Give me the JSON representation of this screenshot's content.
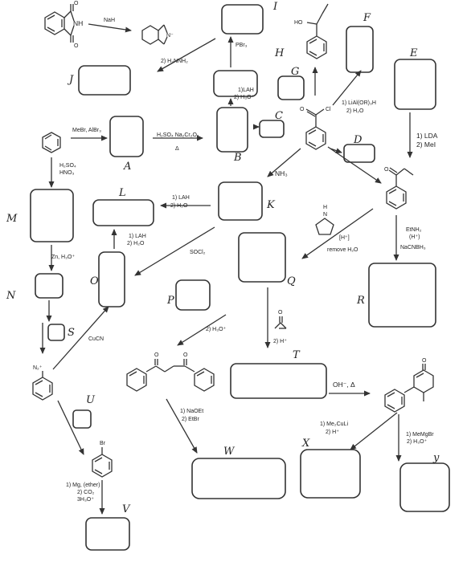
{
  "letters": {
    "I": "I",
    "F": "F",
    "E": "E",
    "H": "H",
    "G": "G",
    "C": "C",
    "J": "J",
    "A": "A",
    "B": "B",
    "D": "D",
    "K": "K",
    "L": "L",
    "M": "M",
    "N": "N",
    "O": "O",
    "P": "P",
    "Q": "Q",
    "R": "R",
    "S": "S",
    "T": "T",
    "U": "U",
    "V": "V",
    "W": "W",
    "X": "X",
    "Y": "y"
  },
  "reagents": {
    "nah": "NaH",
    "hydrazine": "2) H₂NNH₂",
    "pbr3": "PBr₃",
    "lah1": "1)LAH",
    "h3o_2": "2) H₃O⁺",
    "lialh_1": "1) LiAl(OR)₃H",
    "lialh_2": "2) H₂O",
    "mebr": "MeBr, AlBr₃",
    "oxid_1": "H₂SO₄  Na₂Cr₂O₇",
    "oxid_2": "Δ",
    "nitr_1": "H₂SO₄",
    "nitr_2": "HNO₃",
    "lda_1": "1) LDA",
    "lda_2": "2) MeI",
    "nh3": "NH₃",
    "lah_mid_1": "1) LAH",
    "lah_mid_2": "2) H₂O",
    "lah_l_1": "1) LAH",
    "lah_l_2": "2) H₂O",
    "socl2": "SOCl₂",
    "zn": "Zn, H₃O⁺",
    "enamine_1": "[H⁺]",
    "enamine_2": "remove H₂O",
    "amin_1": "EtNH₂",
    "amin_2": "(H⁺)",
    "amin_3": "NaCNBH₃",
    "cucn": "CuCN",
    "h3o_p": "2) H₃O⁺",
    "h_plus": "2) H⁺",
    "ohd": "OH⁻, Δ",
    "naoet_1": "1) NaOEt",
    "naoet_2": "2) EtBr",
    "cuprate_1": "1) Me₂CuLi",
    "cuprate_2": "2) H⁺",
    "grig_1": "1) MeMgBr",
    "grig_2": "2) H₃O⁺",
    "grignard_1": "1) Mg, (ether)",
    "grignard_2": "2) CO₂",
    "grignard_3": "3H₃O⁺"
  },
  "atoms": {
    "nh": "NH",
    "n_minus": "N⁻",
    "o": "O",
    "ho": "HO",
    "cl": "Cl",
    "h": "H",
    "n": "N",
    "n2_plus": "N₂⁺",
    "br": "Br"
  }
}
